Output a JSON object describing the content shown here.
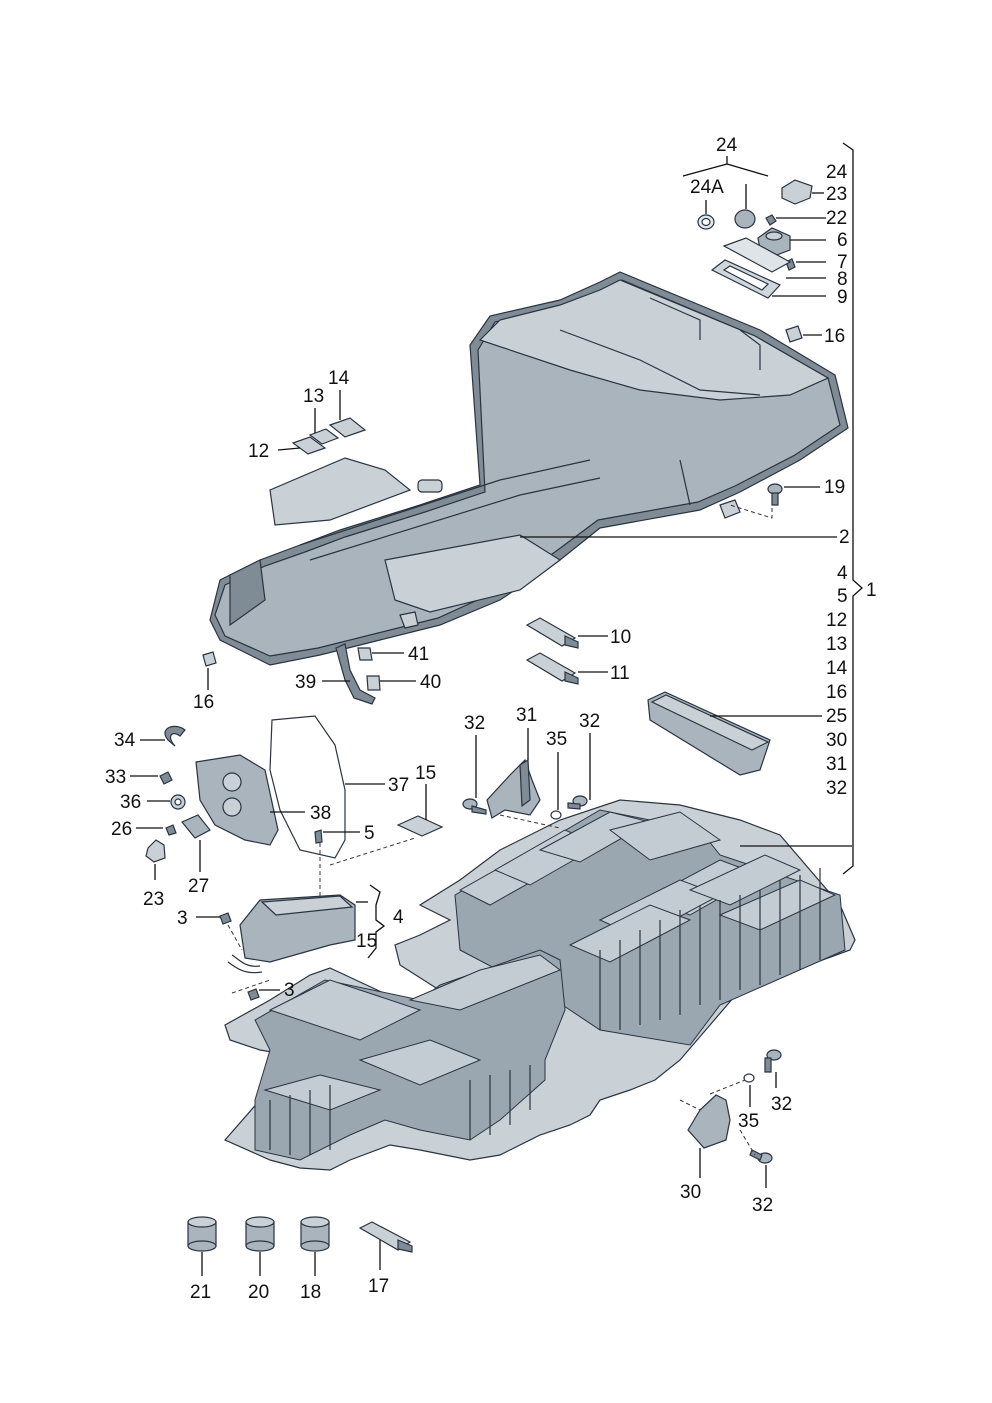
{
  "diagram": {
    "callouts": [
      {
        "id": "c24top",
        "text": "24"
      },
      {
        "id": "c24A",
        "text": "24A"
      },
      {
        "id": "c24r",
        "text": "24"
      },
      {
        "id": "c23r",
        "text": "23"
      },
      {
        "id": "c22",
        "text": "22"
      },
      {
        "id": "c6",
        "text": "6"
      },
      {
        "id": "c7",
        "text": "7"
      },
      {
        "id": "c8",
        "text": "8"
      },
      {
        "id": "c9",
        "text": "9"
      },
      {
        "id": "c16r",
        "text": "16"
      },
      {
        "id": "c14",
        "text": "14"
      },
      {
        "id": "c13",
        "text": "13"
      },
      {
        "id": "c12",
        "text": "12"
      },
      {
        "id": "c19",
        "text": "19"
      },
      {
        "id": "c2",
        "text": "2"
      },
      {
        "id": "c10",
        "text": "10"
      },
      {
        "id": "c11",
        "text": "11"
      },
      {
        "id": "c41",
        "text": "41"
      },
      {
        "id": "c39",
        "text": "39"
      },
      {
        "id": "c40",
        "text": "40"
      },
      {
        "id": "c16l",
        "text": "16"
      },
      {
        "id": "c25",
        "text": "25"
      },
      {
        "id": "c32a",
        "text": "32"
      },
      {
        "id": "c31",
        "text": "31"
      },
      {
        "id": "c35a",
        "text": "35"
      },
      {
        "id": "c32b",
        "text": "32"
      },
      {
        "id": "c34",
        "text": "34"
      },
      {
        "id": "c33",
        "text": "33"
      },
      {
        "id": "c37",
        "text": "37"
      },
      {
        "id": "c15a",
        "text": "15"
      },
      {
        "id": "c36",
        "text": "36"
      },
      {
        "id": "c38",
        "text": "38"
      },
      {
        "id": "c26",
        "text": "26"
      },
      {
        "id": "c5",
        "text": "5"
      },
      {
        "id": "c23l",
        "text": "23"
      },
      {
        "id": "c27",
        "text": "27"
      },
      {
        "id": "c3a",
        "text": "3"
      },
      {
        "id": "c4b",
        "text": "4"
      },
      {
        "id": "c15b",
        "text": "15"
      },
      {
        "id": "c3b",
        "text": "3"
      },
      {
        "id": "c32c",
        "text": "32"
      },
      {
        "id": "c35b",
        "text": "35"
      },
      {
        "id": "c30",
        "text": "30"
      },
      {
        "id": "c32d",
        "text": "32"
      },
      {
        "id": "c21",
        "text": "21"
      },
      {
        "id": "c20",
        "text": "20"
      },
      {
        "id": "c18",
        "text": "18"
      },
      {
        "id": "c17",
        "text": "17"
      }
    ],
    "group_list": [
      "4",
      "5",
      "12",
      "13",
      "14",
      "16",
      "25",
      "30",
      "31",
      "32"
    ],
    "group_label": "1",
    "group_arrow_label": "25"
  }
}
